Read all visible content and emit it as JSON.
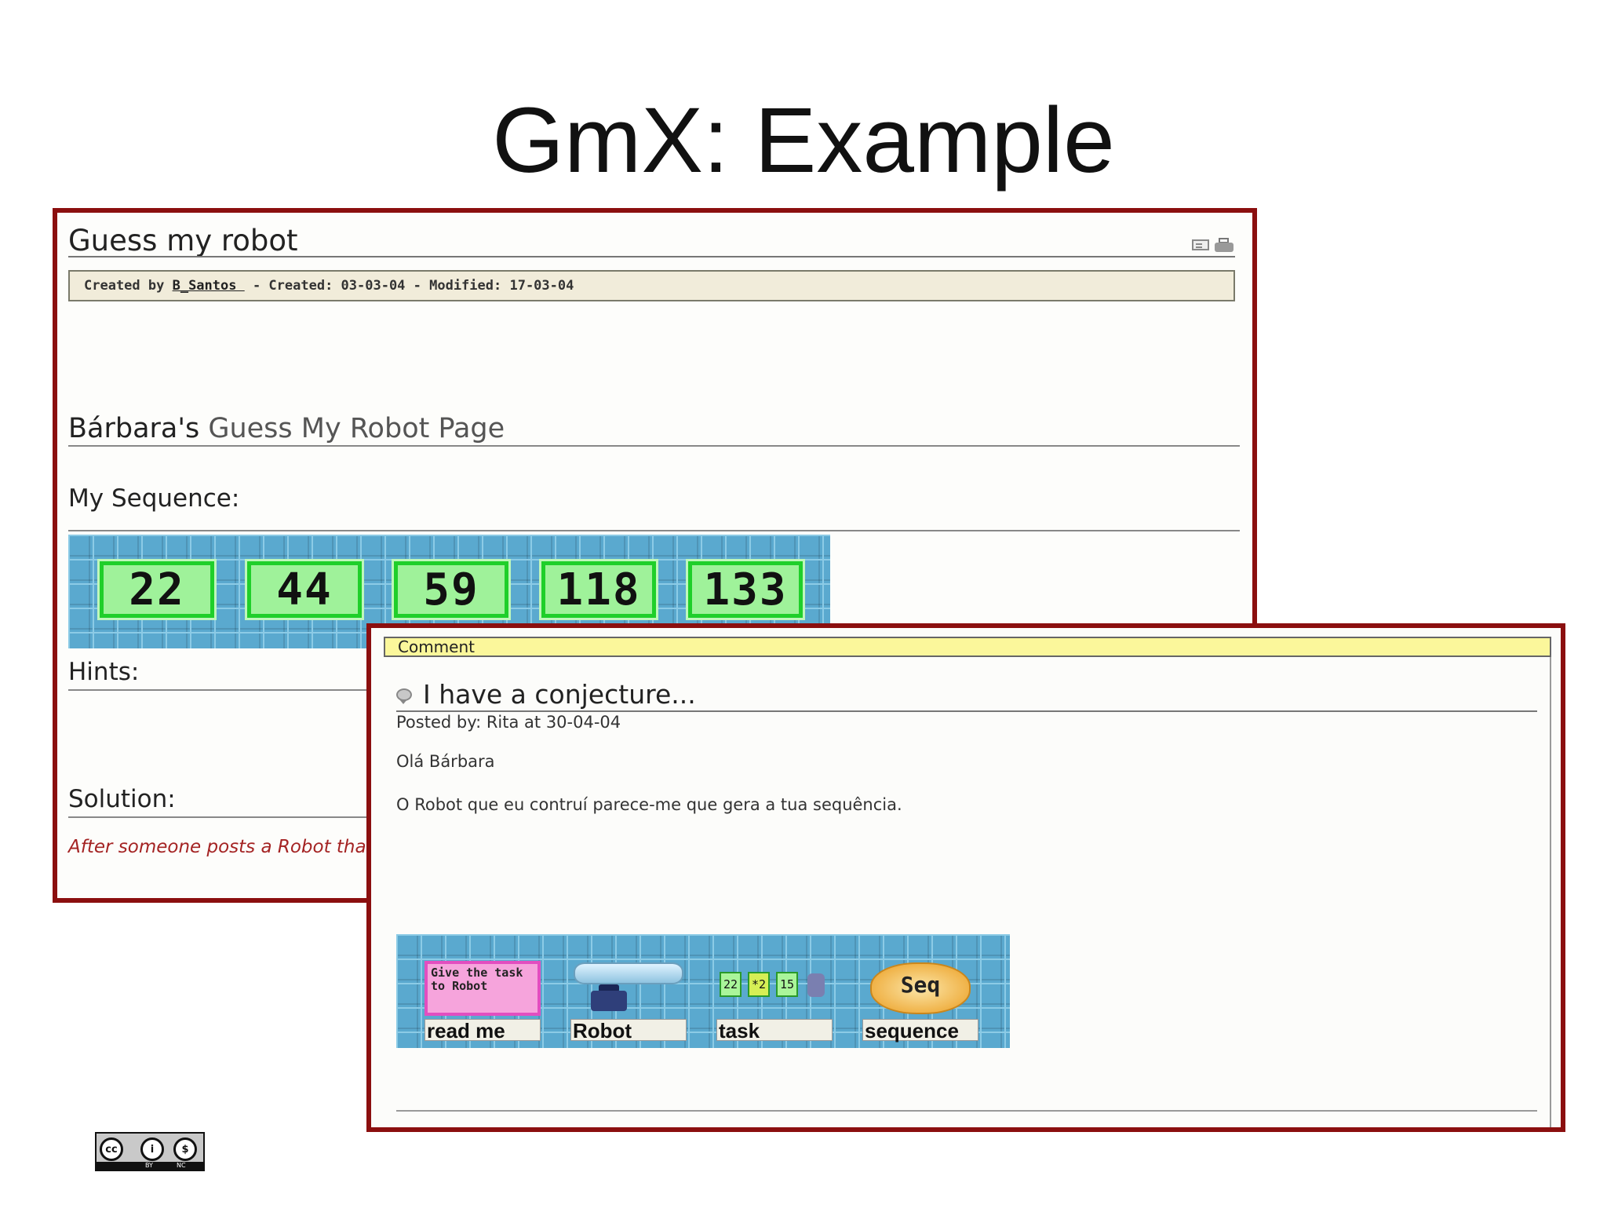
{
  "slide": {
    "title": "GmX: Example"
  },
  "back_window": {
    "page_title": "Guess my robot",
    "meta": {
      "created_by_label": "Created by ",
      "author": "B_Santos ",
      "created": " - Created: 03-03-04 - Modified: 17-03-04"
    },
    "heading_owner": "Bárbara's",
    "heading_rest": " Guess My Robot Page",
    "sequence_label": "My Sequence:",
    "sequence": [
      "22",
      "44",
      "59",
      "118",
      "133"
    ],
    "hints_label": "Hints:",
    "solution_label": "Solution:",
    "solution_text": "After someone posts a Robot that"
  },
  "comment_window": {
    "header": "Comment",
    "title": "I have a conjecture...",
    "posted_by": "Posted by: Rita at 30-04-04",
    "greeting": "Olá Bárbara",
    "body": "O Robot que eu contruí parece-me que gera a tua sequência.",
    "tools": {
      "readme_pic_text": "Give the task to Robot",
      "readme_label": "read me",
      "robot_label": "Robot",
      "task_values": [
        "22",
        "*2",
        "15"
      ],
      "task_label": "task",
      "sequence_pic_text": "Seq",
      "sequence_label": "sequence"
    }
  },
  "license": {
    "cc": "cc",
    "by": "BY",
    "nc": "NC"
  }
}
